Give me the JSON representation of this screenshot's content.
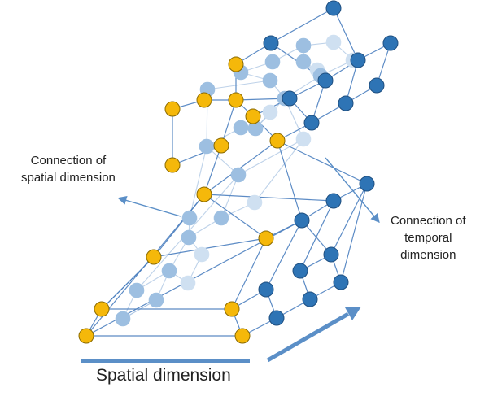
{
  "labels": {
    "spatial_connection": [
      "Connection of",
      "spatial dimension"
    ],
    "temporal_connection": [
      "Connection of",
      "temporal",
      "dimension"
    ],
    "spatial_dimension": "Spatial dimension"
  },
  "colors": {
    "spatial_node": "#f5b80a",
    "temporal_node": "#2e74b5",
    "faded_node": "#9dbfe1",
    "faint_node": "#cfe0f1",
    "edge": "#4a7ebf",
    "faded_edge": "#a8c3e2",
    "arrow": "#5b8fc7"
  },
  "graph": {
    "node_types": [
      "spatial",
      "temporal",
      "faded",
      "faint"
    ]
  }
}
